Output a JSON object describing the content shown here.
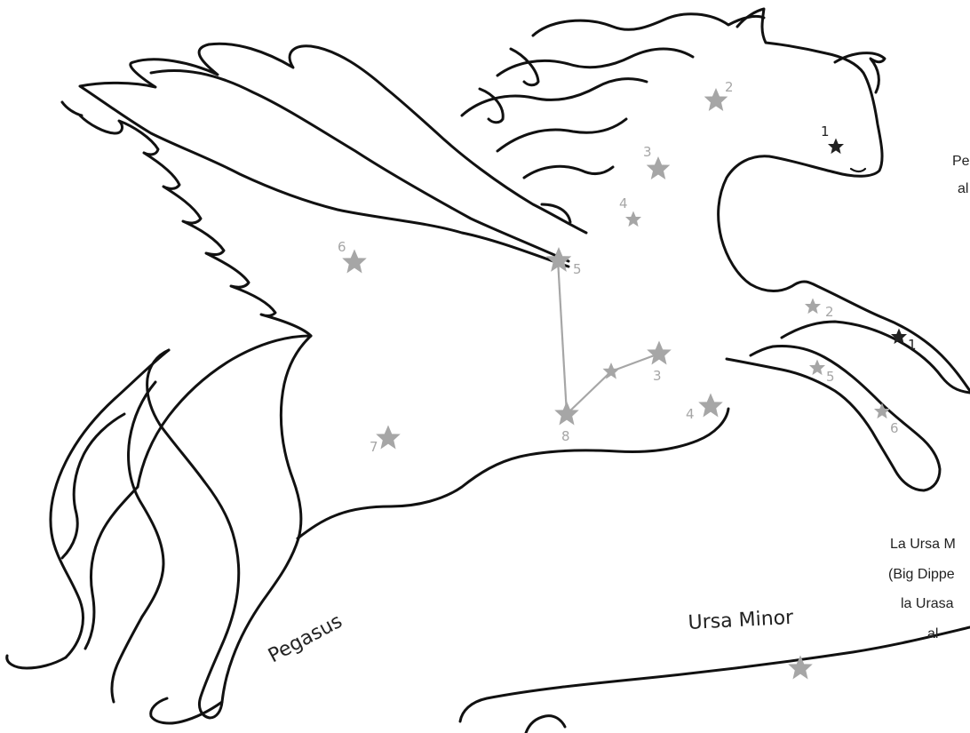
{
  "constellation_names": {
    "pegasus": "Pegasus",
    "ursa_minor": "Ursa Minor"
  },
  "side_notes": {
    "pegasus_note": [
      "Pe",
      "al"
    ],
    "ursa_note": [
      "La Ursa M",
      "(Big Dippe",
      "la Urasa",
      "al"
    ]
  },
  "pegasus_stars": {
    "s1": "1",
    "s2": "2",
    "s3": "3",
    "s4": "4",
    "s5": "5",
    "s6": "6",
    "s7": "7",
    "s8": "8",
    "s3b": "3",
    "s4b": "4"
  },
  "leg_stars": {
    "l1": "1",
    "l2": "2",
    "l5": "5",
    "l6": "6"
  },
  "colors": {
    "outline": "#111111",
    "star_gray": "#a6a6a6",
    "star_dark": "#222222",
    "line_gray": "#a6a6a6"
  },
  "icons": {
    "star": "star-icon"
  }
}
